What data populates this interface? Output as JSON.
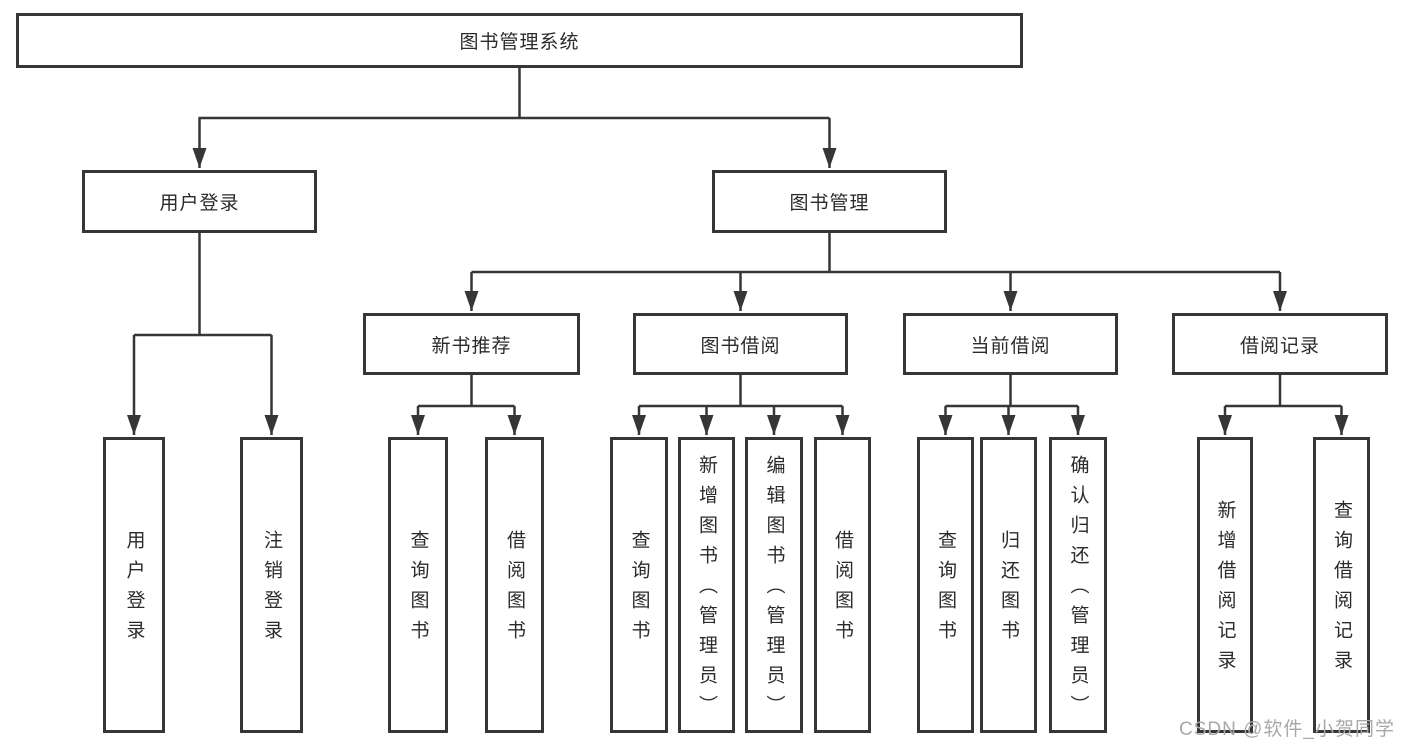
{
  "tree": {
    "label": "图书管理系统",
    "children": [
      {
        "label": "用户登录",
        "children": [
          {
            "label": "用户登录"
          },
          {
            "label": "注销登录"
          }
        ]
      },
      {
        "label": "图书管理",
        "children": [
          {
            "label": "新书推荐",
            "children": [
              {
                "label": "查询图书"
              },
              {
                "label": "借阅图书"
              }
            ]
          },
          {
            "label": "图书借阅",
            "children": [
              {
                "label": "查询图书"
              },
              {
                "label": "新增图书（管理员）"
              },
              {
                "label": "编辑图书（管理员）"
              },
              {
                "label": "借阅图书"
              }
            ]
          },
          {
            "label": "当前借阅",
            "children": [
              {
                "label": "查询图书"
              },
              {
                "label": "归还图书"
              },
              {
                "label": "确认归还（管理员）"
              }
            ]
          },
          {
            "label": "借阅记录",
            "children": [
              {
                "label": "新增借阅记录"
              },
              {
                "label": "查询借阅记录"
              }
            ]
          }
        ]
      }
    ]
  },
  "watermark": {
    "text": "CSDN @软件_小贺同学"
  },
  "colors": {
    "line": "#363636",
    "box_border": "#363636",
    "text": "#2b2b2b",
    "watermark": "#a8a8a8",
    "background": "#ffffff"
  }
}
